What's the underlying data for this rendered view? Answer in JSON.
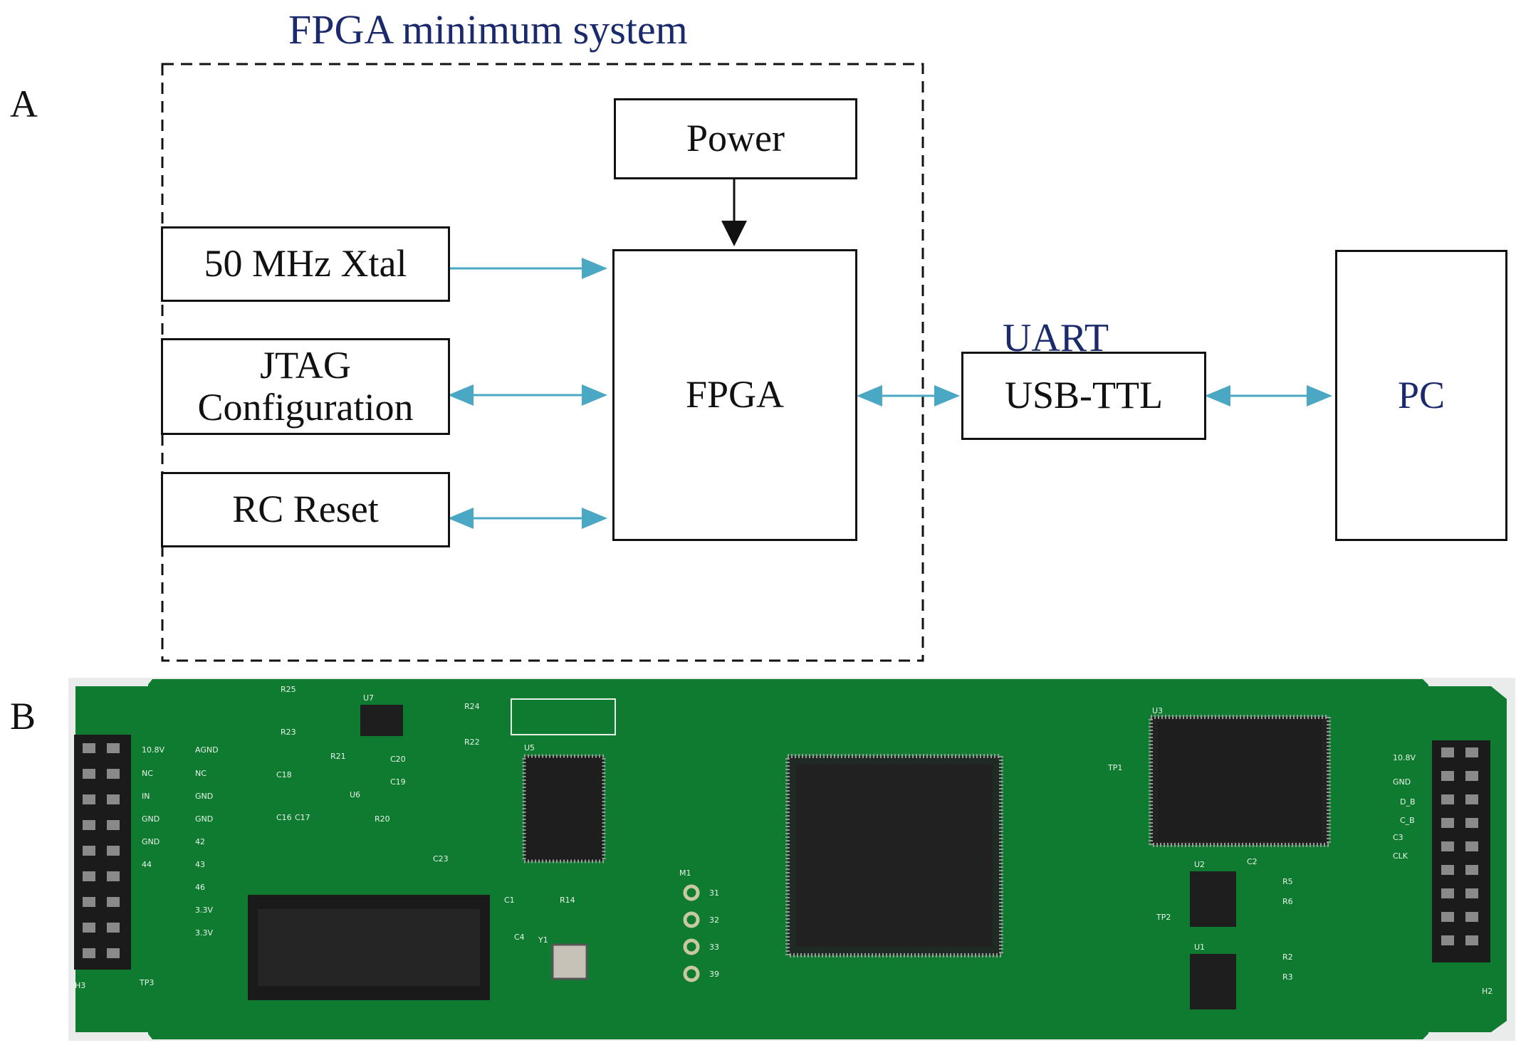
{
  "panel_a": {
    "label": "A",
    "group_title": "FPGA minimum system",
    "blocks": {
      "power": "Power",
      "fpga": "FPGA",
      "xtal": "50 MHz Xtal",
      "jtag_line1": "JTAG",
      "jtag_line2": "Configuration",
      "rc_reset": "RC Reset",
      "usb_ttl": "USB-TTL",
      "pc": "PC"
    },
    "link_label": "UART",
    "colors": {
      "arrow": "#4aa8c4",
      "text_accent": "#1a2a6c"
    }
  },
  "panel_b": {
    "label": "B",
    "board_silkscreen": [
      "10.8V",
      "AGND",
      "NC",
      "NC",
      "IN",
      "GND",
      "GND",
      "GND",
      "GND",
      "42",
      "44",
      "43",
      "46",
      "3.3V",
      "3.3V",
      "U5",
      "U3",
      "U7",
      "U6",
      "U2",
      "U1",
      "R25",
      "R24",
      "R23",
      "R22",
      "R21",
      "R20",
      "C18",
      "C20",
      "C19",
      "C16",
      "C17",
      "C23",
      "TP1",
      "TP2",
      "TP3",
      "H2",
      "H3",
      "C1",
      "C2",
      "C3",
      "C4",
      "Y1",
      "R14",
      "M1",
      "31",
      "32",
      "33",
      "39",
      "R5",
      "R6",
      "R2",
      "R3",
      "D_B",
      "C_B",
      "CLK",
      "GND",
      "10.8V"
    ],
    "colors": {
      "board": "#0d7a2e"
    }
  }
}
